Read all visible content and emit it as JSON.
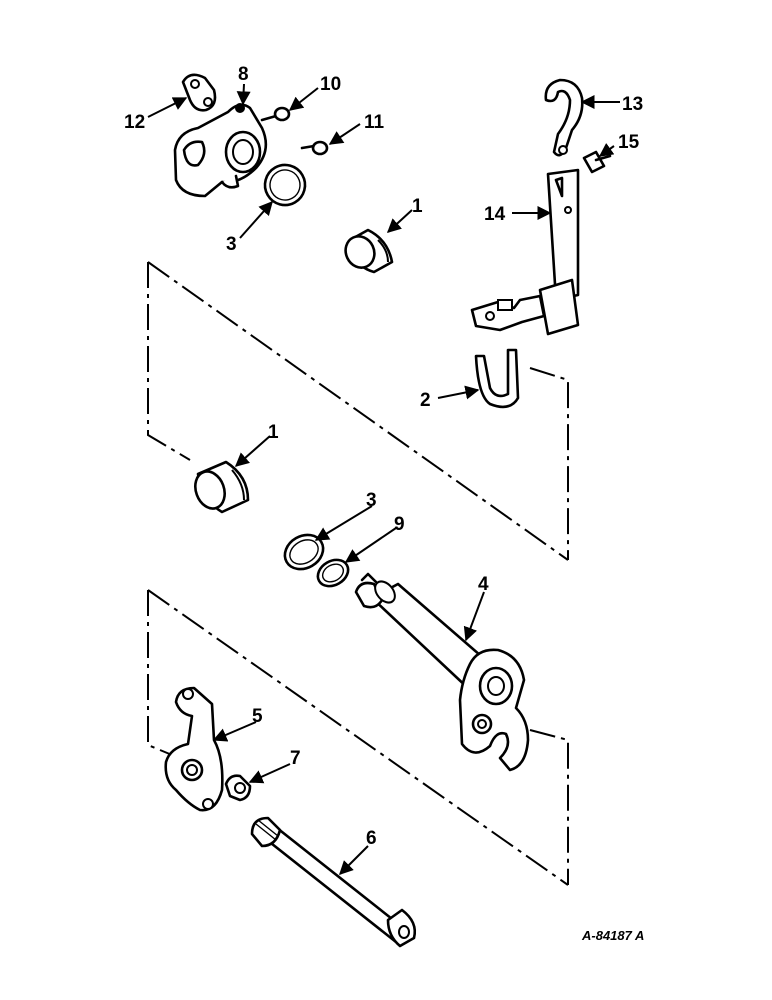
{
  "diagram": {
    "reference_code": "A-84187 A",
    "callouts": {
      "c1a": "1",
      "c1b": "1",
      "c2": "2",
      "c3a": "3",
      "c3b": "3",
      "c4": "4",
      "c5": "5",
      "c6": "6",
      "c7": "7",
      "c8": "8",
      "c9": "9",
      "c10": "10",
      "c11": "11",
      "c12": "12",
      "c13": "13",
      "c14": "14",
      "c15": "15"
    }
  }
}
